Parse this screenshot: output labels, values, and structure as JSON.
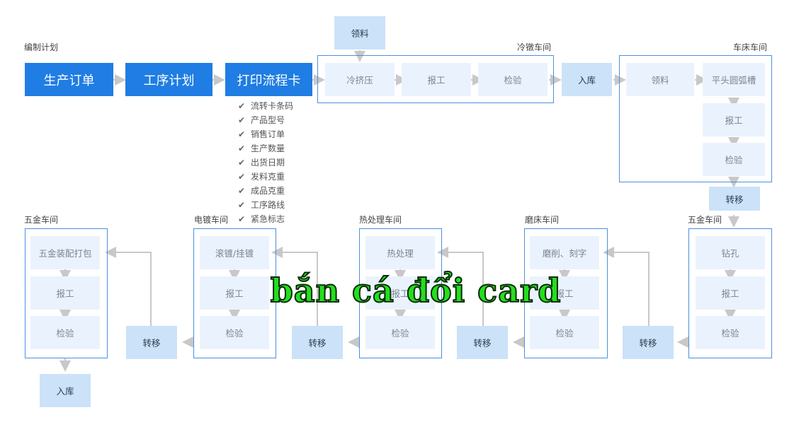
{
  "labels": {
    "plan_section": "编制计划",
    "cold": "冷镦车间",
    "lathe": "车床车间",
    "hardware_left": "五金车间",
    "plating": "电镀车间",
    "heat": "热处理车间",
    "grinding": "磨床车间",
    "hardware_right": "五金车间"
  },
  "top_flow": {
    "order": "生产订单",
    "process_plan": "工序计划",
    "print_card": "打印流程卡",
    "pick_material": "领料",
    "cold_extrude": "冷挤压",
    "report": "报工",
    "inspect": "检验",
    "warehouse_in": "入库"
  },
  "lathe_flow": {
    "pick": "领料",
    "groove": "平头圆弧槽",
    "report": "报工",
    "inspect": "检验",
    "transfer": "转移"
  },
  "card_fields": [
    "流转卡条码",
    "产品型号",
    "销售订单",
    "生产数量",
    "出货日期",
    "发料克重",
    "成品克重",
    "工序路线",
    "紧急标志"
  ],
  "check_icon": "✔",
  "bottom": {
    "hardware_right": {
      "drill": "钻孔",
      "report": "报工",
      "inspect": "检验"
    },
    "grinding": {
      "grind": "磨削、刻字",
      "report": "报工",
      "inspect": "检验"
    },
    "heat": {
      "treat": "热处理",
      "report": "报工",
      "inspect": "检验"
    },
    "plating": {
      "plate": "滚镀/挂镀",
      "report": "报工",
      "inspect": "检验"
    },
    "hardware_left": {
      "pack": "五金装配打包",
      "report": "报工",
      "inspect": "检验"
    },
    "transfer": "转移",
    "warehouse_in": "入库"
  },
  "watermark": "bắn cá đổi card",
  "colors": {
    "primary": "#1f7de3",
    "step": "#eaf3fd",
    "mid": "#cbe2f8",
    "frame": "#4a90e2",
    "arrow": "#c8c8c8"
  }
}
